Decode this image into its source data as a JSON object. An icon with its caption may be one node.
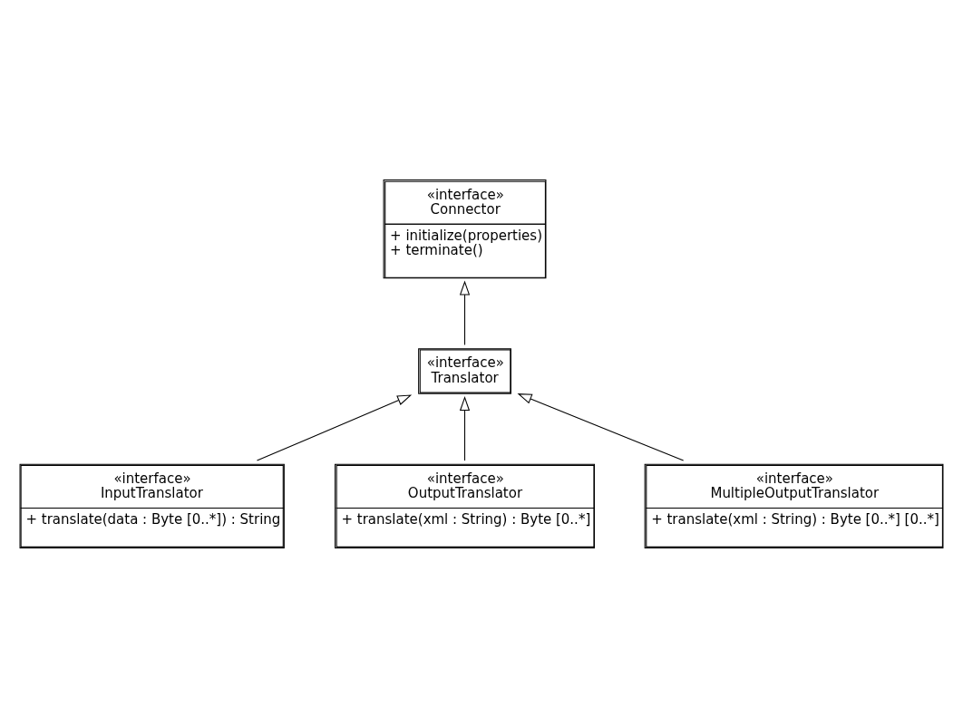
{
  "diagram": {
    "nodes": [
      {
        "text": [
          "«interface»",
          "Connector",
          "+ initialize(properties)",
          "+ terminate()"
        ]
      },
      {
        "text": [
          "«interface»",
          "Translator"
        ]
      },
      {
        "text": [
          "«interface»",
          "InputTranslator",
          "+ translate(data : Byte [0..*]) : String"
        ]
      },
      {
        "text": [
          "«interface»",
          "OutputTranslator",
          "+ translate(xml : String) : Byte [0..*]"
        ]
      },
      {
        "text": [
          "«interface»",
          "MultipleOutputTranslator",
          "+ translate(xml : String) : Byte [0..*] [0..*]"
        ]
      }
    ],
    "edges": [
      {
        "from": 1,
        "to": 0,
        "arrow": "to"
      },
      {
        "from": 2,
        "to": 1,
        "arrow": "to"
      },
      {
        "from": 4,
        "to": 1,
        "arrow": "to"
      },
      {
        "from": 3,
        "to": 1,
        "arrow": "to"
      }
    ]
  }
}
